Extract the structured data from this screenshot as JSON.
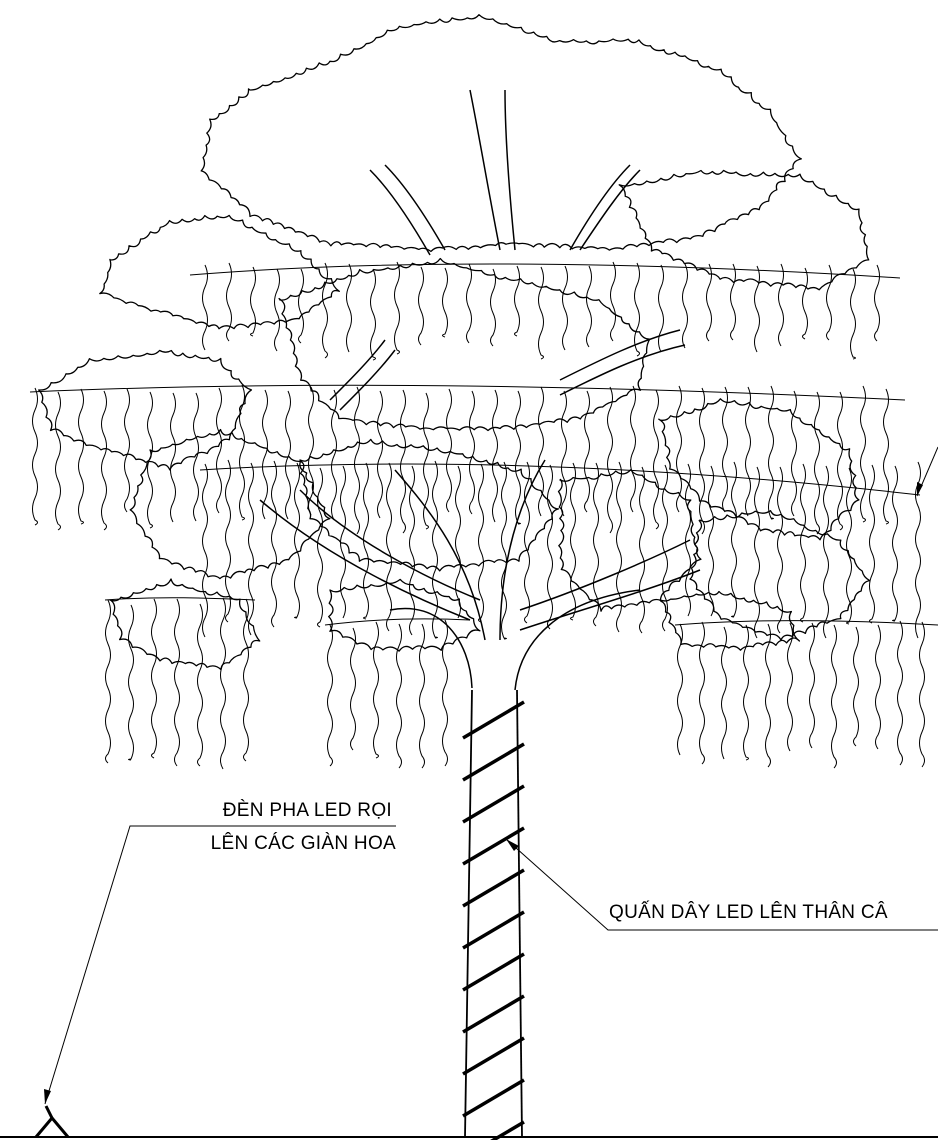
{
  "annotations": {
    "floodlight": {
      "line1": "ĐÈN PHA LED RỌI",
      "line2": "LÊN CÁC GIÀN HOA"
    },
    "trunk_wrap": "QUẤN DÂY LED LÊN THÂN CÂ"
  },
  "colors": {
    "ink": "#000000",
    "paper": "#ffffff"
  },
  "symbols": [
    "tree-canopy",
    "hanging-led-strings",
    "led-wrapped-trunk",
    "floodlight-fixture",
    "ground-line"
  ]
}
